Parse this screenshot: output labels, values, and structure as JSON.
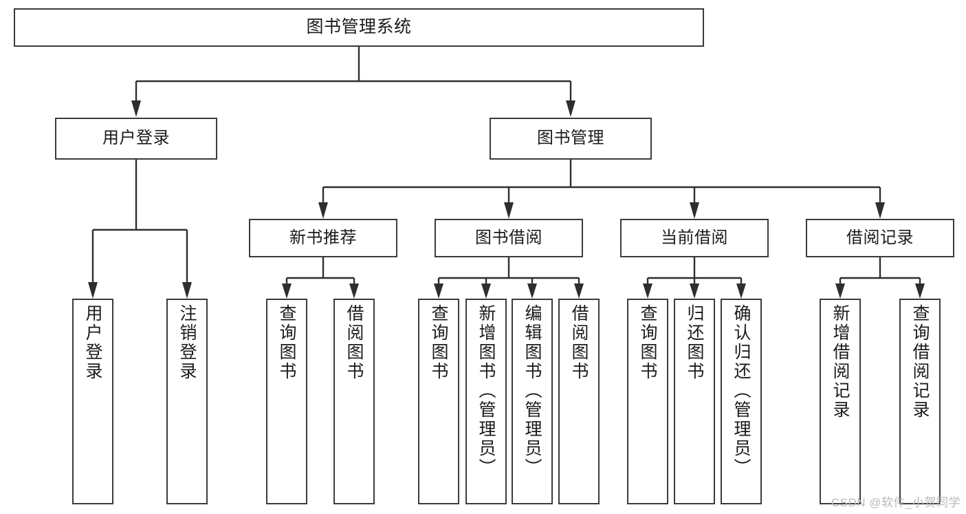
{
  "diagram": {
    "title": "图书管理系统",
    "type": "tree-hierarchy",
    "root": {
      "label": "图书管理系统"
    },
    "level2": [
      {
        "label": "用户登录"
      },
      {
        "label": "图书管理"
      }
    ],
    "level3": [
      {
        "label": "新书推荐"
      },
      {
        "label": "图书借阅"
      },
      {
        "label": "当前借阅"
      },
      {
        "label": "借阅记录"
      }
    ],
    "leaves": {
      "user_login": [
        {
          "label": "用户登录"
        },
        {
          "label": "注销登录"
        }
      ],
      "new_book_recommend": [
        {
          "label": "查询图书"
        },
        {
          "label": "借阅图书"
        }
      ],
      "book_borrow": [
        {
          "label": "查询图书"
        },
        {
          "label": "新增图书（管理员）"
        },
        {
          "label": "编辑图书（管理员）"
        },
        {
          "label": "借阅图书"
        }
      ],
      "current_borrow": [
        {
          "label": "查询图书"
        },
        {
          "label": "归还图书"
        },
        {
          "label": "确认归还（管理员）"
        }
      ],
      "borrow_record": [
        {
          "label": "新增借阅记录"
        },
        {
          "label": "查询借阅记录"
        }
      ]
    }
  },
  "watermark": {
    "text": "CSDN @软件_小贺同学"
  },
  "colors": {
    "box_border": "#3b3b3b",
    "connector": "#2e2e2e",
    "text": "#1b1b1b",
    "background": "#ffffff",
    "watermark": "#b9b9b9"
  }
}
